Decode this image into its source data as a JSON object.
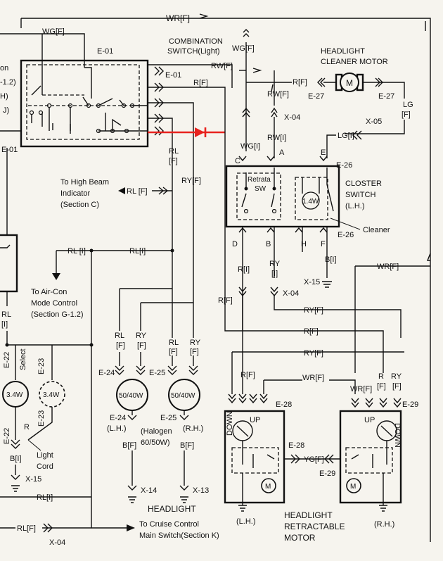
{
  "frame_top_label": "WR[F]",
  "switch": {
    "title_line1": "COMBINATION",
    "title_line2": "SWITCH(Light)",
    "wg_left": "WG[F]",
    "e01_top": "E-01",
    "e01_right": "E-01",
    "e01_left": "E-01",
    "rw_f": "RW[F]",
    "r_f": "R[F]",
    "rl_f_v1": "RL",
    "rl_f_v2": "[F]",
    "ry_f_v": "RY[F]",
    "left_partial_1": "on",
    "left_partial_2": "-1.2)",
    "left_partial_3": "H)",
    "left_partial_4": "J)"
  },
  "cleaner_motor": {
    "title_line1": "HEADLIGHT",
    "title_line2": "CLEANER MOTOR",
    "motor_symbol": "M",
    "r_f": "R[F]",
    "e27_left": "E-27",
    "e27_right": "E-27",
    "lg_v1": "LG",
    "lg_v2": "[F]"
  },
  "closter": {
    "wg_f": "WG[F]",
    "rw_f": "RW[F]",
    "rw_i": "RW[I]",
    "x04": "X-04",
    "x05": "X-05",
    "lg_i": "LG[I]",
    "wg_i": "WG[I]",
    "pin_a": "A",
    "pin_c": "C",
    "pin_e": "E",
    "e26_top": "E-26",
    "e26_bottom": "E-26",
    "retrata_1": "Retrata",
    "retrata_2": "SW",
    "lamp": "1.4W",
    "title_1": "CLOSTER",
    "title_2": "SWITCH",
    "title_3": "(L.H.)",
    "cleaner": "Cleaner",
    "pin_d": "D",
    "pin_b": "B",
    "pin_h": "H",
    "pin_f": "F",
    "b_i": "B[I]",
    "x15": "X-15",
    "r_i": "R[I]",
    "ry_v1": "RY",
    "ry_v2": "[I]",
    "x04_b": "X-04",
    "wr_f": "WR[F]"
  },
  "mid": {
    "hb_1": "To High Beam",
    "hb_2": "Indicator",
    "hb_3": "(Section C)",
    "rl_f": "RL [F]",
    "rl_i_left": "RL [I]",
    "rl_i_right": "RL[I]",
    "aircon_1": "To Air-Con",
    "aircon_2": "Mode Control",
    "aircon_3": "(Section G-1.2)",
    "r_f_left": "R[F]",
    "ry_f_a": "RY[F]",
    "r_f_b": "R[F]",
    "ry_f_b": "RY[F]"
  },
  "headlight": {
    "rl": "RL",
    "f1": "[F]",
    "ry": "RY",
    "f2": "[F]",
    "rl2": "RL",
    "f3": "[F]",
    "ry2": "RY",
    "f4": "[F]",
    "e24": "E-24",
    "e25": "E-25",
    "bulb_l": "50/40W",
    "bulb_r": "50/40W",
    "e24_b": "E-24",
    "lh": "(L.H.)",
    "e25_b": "E-25",
    "rh": "(R.H.)",
    "halogen_1": "(Halogen",
    "halogen_2": "60/50W)",
    "bf_l": "B[F]",
    "bf_r": "B[F]",
    "x14": "X-14",
    "x13": "X-13",
    "title": "HEADLIGHT",
    "cruise_1": "To Cruise Control",
    "cruise_2": "Main Switch(Section K)"
  },
  "left_bottom": {
    "rl": "RL",
    "i1": "[I]",
    "e22": "E-22",
    "select": "Select",
    "e23": "E-23",
    "lamp1": "3.4W",
    "lamp2": "3.4W",
    "e23_b": "E-23",
    "r": "R",
    "e22_b": "E-22",
    "light_1": "Light",
    "light_2": "Cord",
    "b_i": "B[I]",
    "x15": "X-15",
    "rl_i": "RL[I]",
    "rl_f": "RL[F]",
    "x04": "X-04"
  },
  "retract": {
    "r_f": "R[F]",
    "wr_f": "WR[F]",
    "ry_f": "RY[F]",
    "r_f2": "R[F]",
    "wr_f2": "WR[F]",
    "r_label": "R",
    "f_a": "[F]",
    "ry_label": "RY",
    "f_b": "[F]",
    "e28": "E-28",
    "e29": "E-29",
    "down_l": "DOWN",
    "up_l": "UP",
    "up_r": "UP",
    "down_r": "DOWN",
    "e28_b": "E-28",
    "yg_f": "YG[F]",
    "e29_b": "E-29",
    "motor": "M",
    "lh": "(L.H.)",
    "rh": "(R.H.)",
    "title_1": "HEADLIGHT",
    "title_2": "RETRACTABLE",
    "title_3": "MOTOR"
  },
  "colors": {
    "ink": "#111111",
    "highlight": "#e8231f",
    "paper": "#f6f4ee"
  }
}
